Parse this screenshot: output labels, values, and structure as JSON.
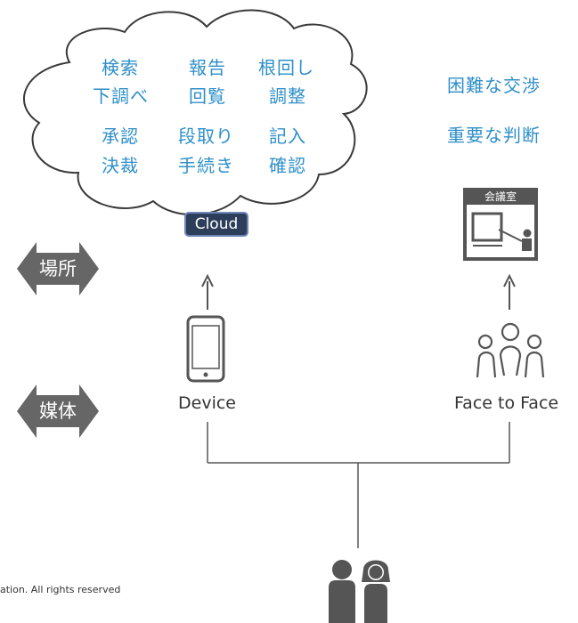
{
  "cloud": {
    "words": [
      [
        "検索",
        "報告",
        "根回し"
      ],
      [
        "下調べ",
        "回覧",
        "調整"
      ],
      [
        "承認",
        "段取り",
        "記入"
      ],
      [
        "決裁",
        "手続き",
        "確認"
      ]
    ],
    "tag_label": "Cloud"
  },
  "right_words": [
    "困難な交渉",
    "重要な判断"
  ],
  "meeting_room": {
    "label": "会議室"
  },
  "side_arrows": [
    {
      "label": "場所"
    },
    {
      "label": "媒体"
    }
  ],
  "channels": {
    "device_label": "Device",
    "face_label": "Face to Face"
  },
  "copyright": "ation. All rights reserved",
  "colors": {
    "accent_text": "#2e8fc9",
    "arrow_fill": "#666666",
    "cloud_tag_bg": "#2d3e5b",
    "icon_gray": "#555555"
  }
}
